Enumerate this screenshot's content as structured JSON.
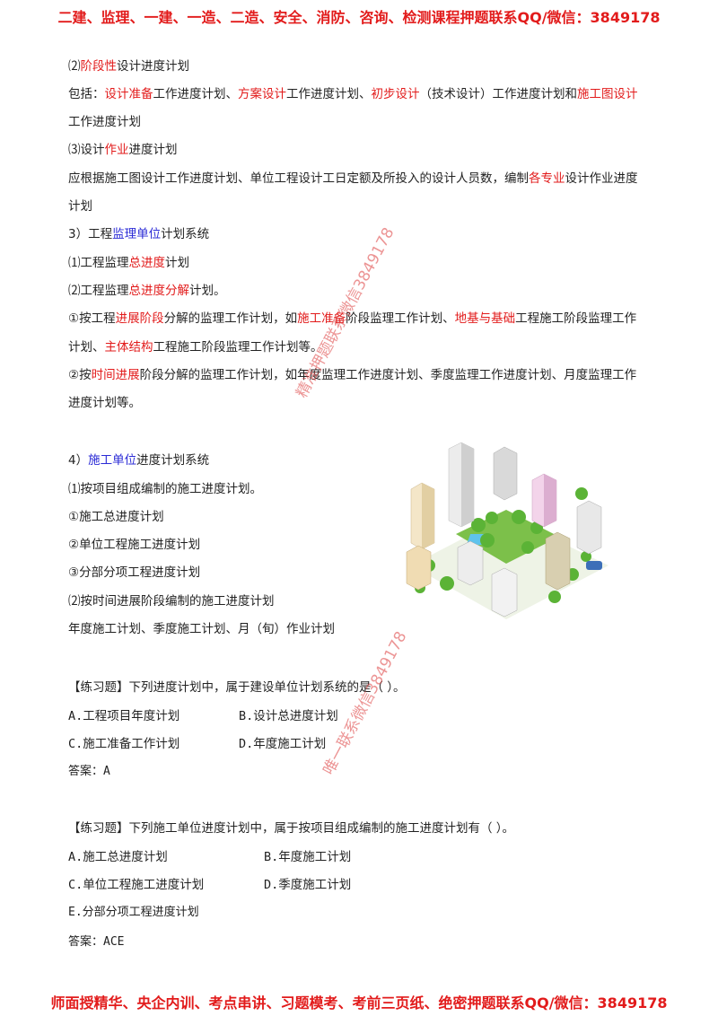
{
  "banner": {
    "top": "二建、监理、一建、一造、二造、安全、消防、咨询、检测课程押题联系QQ/微信：3849178",
    "bottom": "师面授精华、央企内训、考点串讲、习题模考、考前三页纸、绝密押题联系QQ/微信：3849178"
  },
  "watermark": {
    "line1": "精准押题联系微信3849178",
    "line2": "唯一联系微信3849178"
  },
  "section2": {
    "title_pre": "⑵",
    "title_red": "阶段性",
    "title_post": "设计进度计划",
    "line1_a": "包括：",
    "line1_r1": "设计准备",
    "line1_b": "工作进度计划、",
    "line1_r2": "方案设计",
    "line1_c": "工作进度计划、",
    "line1_r3": "初步设计",
    "line1_d": "（技术设计）工作进度计划和",
    "line1_r4": "施工图设计",
    "line2": "工作进度计划"
  },
  "section3": {
    "title_pre": "⑶设计",
    "title_red": "作业",
    "title_post": "进度计划",
    "line1_a": "应根据施工图设计工作进度计划、单位工程设计工日定额及所投入的设计人员数，编制",
    "line1_red": "各专业",
    "line1_b": "设计作业进度",
    "line2": "计划"
  },
  "supervision": {
    "heading_pre": "3）工程",
    "heading_blue": "监理单位",
    "heading_post": "计划系统",
    "item1_pre": "⑴工程监理",
    "item1_red": "总进度",
    "item1_post": "计划",
    "item2_pre": "⑵工程监理",
    "item2_red": "总进度分解",
    "item2_post": "计划。",
    "p1_a": "①按工程",
    "p1_r1": "进展阶段",
    "p1_b": "分解的监理工作计划，如",
    "p1_r2": "施工准备",
    "p1_c": "阶段监理工作计划、",
    "p1_r3": "地基与基础",
    "p1_d": "工程施工阶段监理工作",
    "p1_l2_a": "计划、",
    "p1_l2_r": "主体结构",
    "p1_l2_b": "工程施工阶段监理工作计划等。",
    "p2_a": "②按",
    "p2_red": "时间进展",
    "p2_b": "阶段分解的监理工作计划，如年度监理工作进度计划、季度监理工作进度计划、月度监理工作",
    "p2_l2": "进度计划等。"
  },
  "construction": {
    "heading_pre": "4）",
    "heading_blue": "施工单位",
    "heading_post": "进度计划系统",
    "i1": "⑴按项目组成编制的施工进度计划。",
    "i2": "①施工总进度计划",
    "i3": "②单位工程施工进度计划",
    "i4": "③分部分项工程进度计划",
    "i5": "⑵按时间进展阶段编制的施工进度计划",
    "i6": "年度施工计划、季度施工计划、月（旬）作业计划"
  },
  "q1": {
    "stem": "【练习题】下列进度计划中，属于建设单位计划系统的是（    ）。",
    "a": "A.工程项目年度计划",
    "b": "B.设计总进度计划",
    "c": "C.施工准备工作计划",
    "d": "D.年度施工计划",
    "answer": "答案：A"
  },
  "q2": {
    "stem": "【练习题】下列施工单位进度计划中，属于按项目组成编制的施工进度计划有（    ）。",
    "a": "A.施工总进度计划",
    "b": "B.年度施工计划",
    "c": "C.单位工程施工进度计划",
    "d": "D.季度施工计划",
    "e": "E.分部分项工程进度计划",
    "answer": "答案：ACE"
  },
  "colors": {
    "accent_red": "#e21b1b",
    "accent_blue": "#2b2bd6"
  },
  "illustration": "isometric-city-icon"
}
